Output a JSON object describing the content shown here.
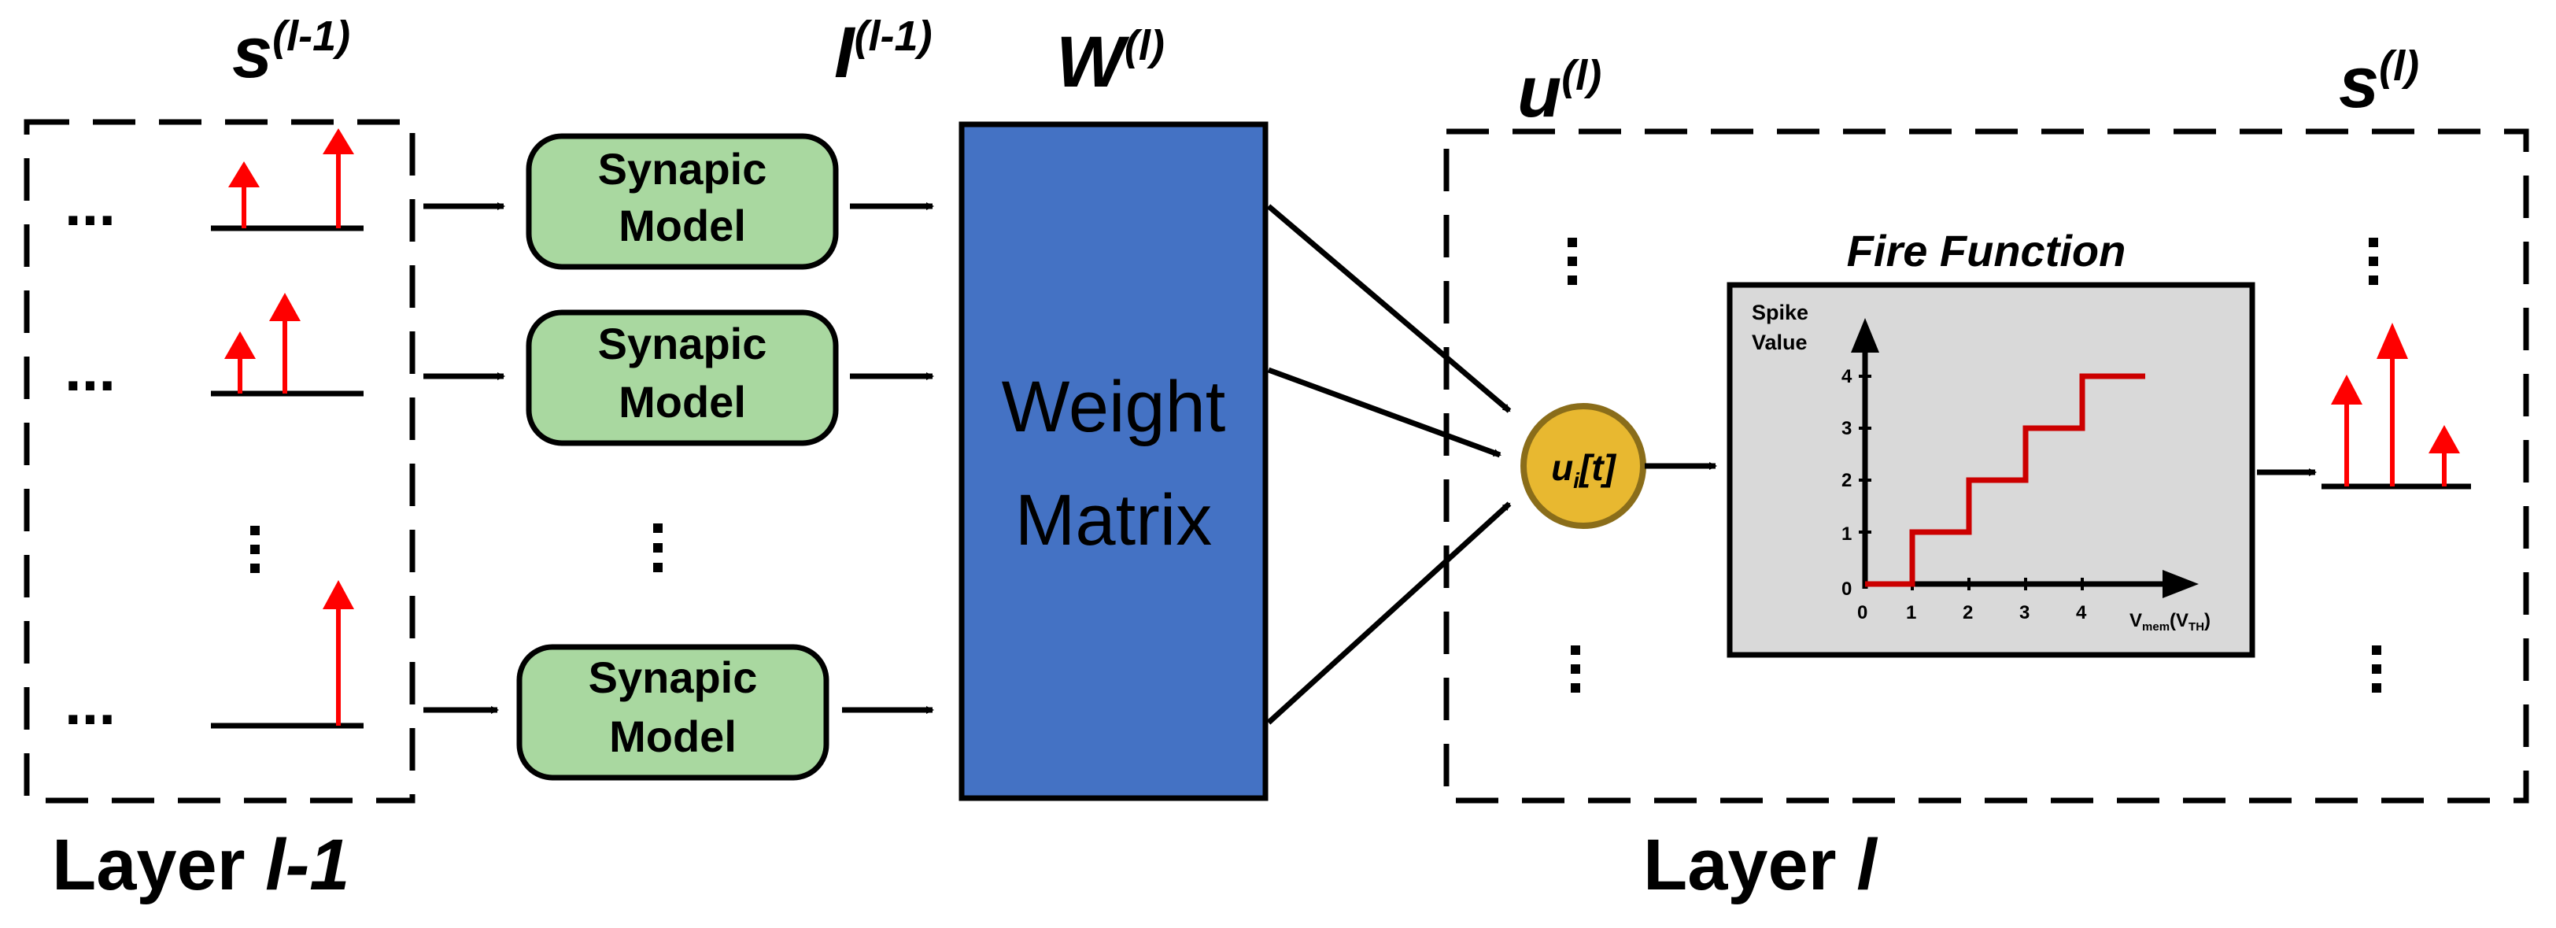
{
  "labels": {
    "s_prev_base": "s",
    "s_prev_sup": "(l-1)",
    "I_prev_base": "I",
    "I_prev_sup": "(l-1)",
    "W_base": "W",
    "W_sup": "(l)",
    "u_base": "u",
    "u_sup": "(l)",
    "s_curr_base": "s",
    "s_curr_sup": "(l)"
  },
  "layer_prev": {
    "name": "Layer ",
    "index": "l-1"
  },
  "layer_curr": {
    "name": "Layer ",
    "index": "l"
  },
  "synaptic_model": {
    "line1": "Synapic",
    "line2": "Model"
  },
  "weight_matrix": {
    "line1": "Weight",
    "line2": "Matrix",
    "color": "#4472C4"
  },
  "neuron": {
    "base": "u",
    "sub": "i",
    "suffix": "[t]",
    "color": "#E8B830"
  },
  "fire_function": {
    "title": "Fire Function",
    "y_title_line1": "Spike",
    "y_title_line2": "Value",
    "x_title_base": "V",
    "x_title_sub": "mem",
    "x_title_unit_base": "(V",
    "x_title_unit_sub": "TH",
    "x_title_close": ")",
    "x_ticks": [
      "0",
      "1",
      "2",
      "3",
      "4"
    ],
    "y_ticks": [
      "0",
      "1",
      "2",
      "3",
      "4"
    ],
    "step_color": "#CC0000",
    "panel_color": "#D9D9D9"
  },
  "ellipsis": "...",
  "colors": {
    "spike": "#FF0000",
    "synapse_fill": "#A9D8A0",
    "synapse_stroke": "#2D6B26"
  }
}
